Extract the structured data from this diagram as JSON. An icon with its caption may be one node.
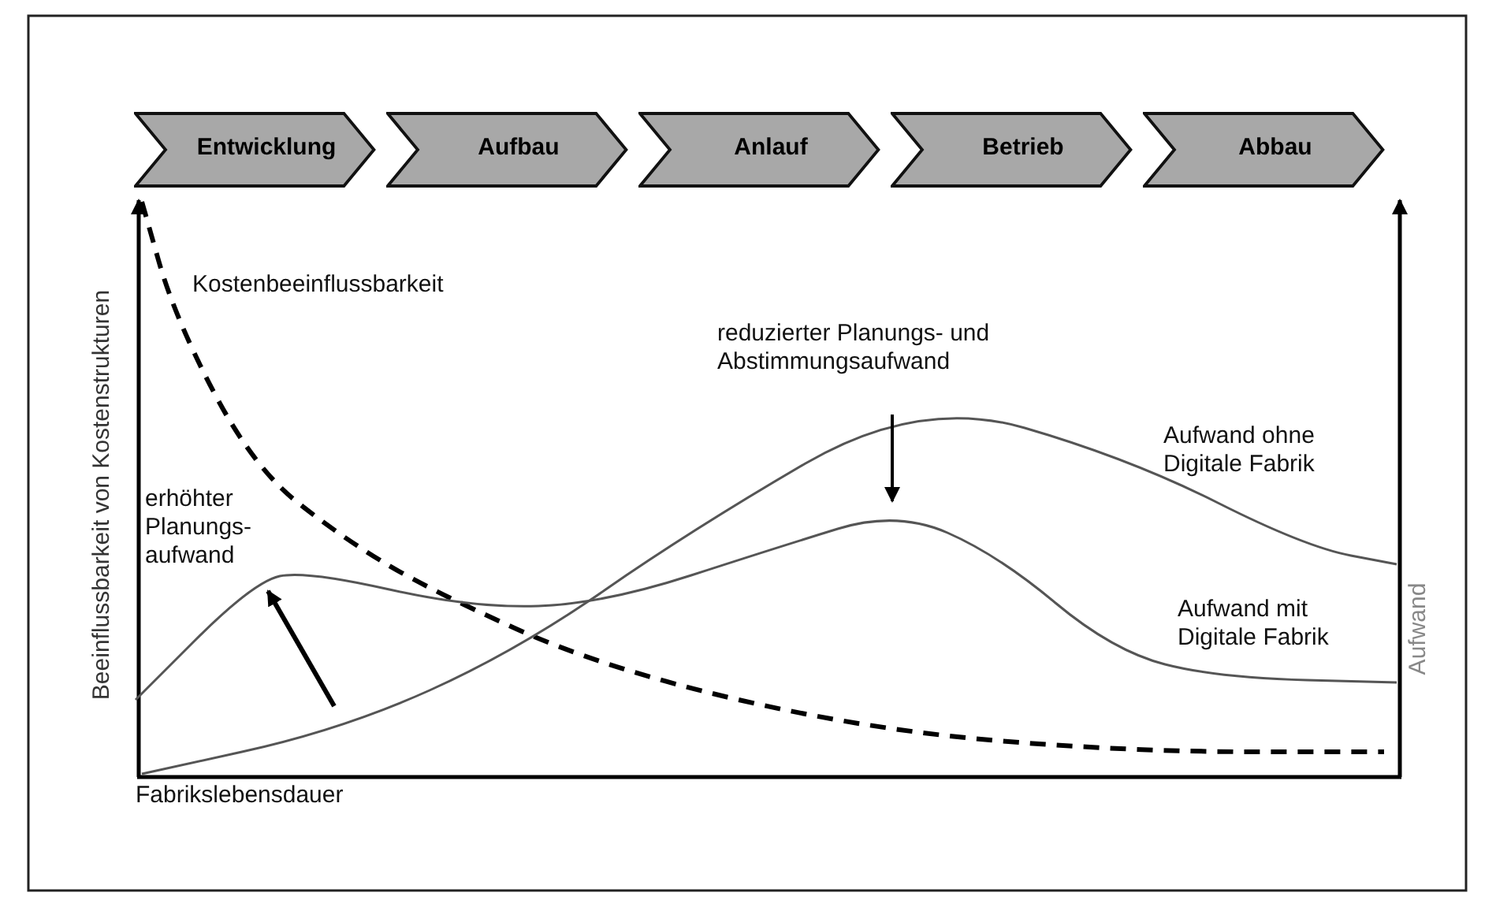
{
  "diagram": {
    "nodes": [
      {
        "text": [
          "Entwicklung"
        ]
      },
      {
        "text": [
          "Aufbau"
        ]
      },
      {
        "text": [
          "Anlauf"
        ]
      },
      {
        "text": [
          "Betrieb"
        ]
      },
      {
        "text": [
          "Abbau"
        ]
      }
    ],
    "labels": [
      "Beeinflussbarkeit von Kostenstrukturen",
      "Kostenbeeinflussbarkeit",
      "reduzierter Planungs- und Abstimmungsaufwand",
      "Aufwand ohne Digitale Fabrik",
      "erhöhter Planungs- aufwand",
      "Aufwand mit Digitale Fabrik",
      "Aufwand",
      "Fabrikslebensdauer"
    ]
  }
}
